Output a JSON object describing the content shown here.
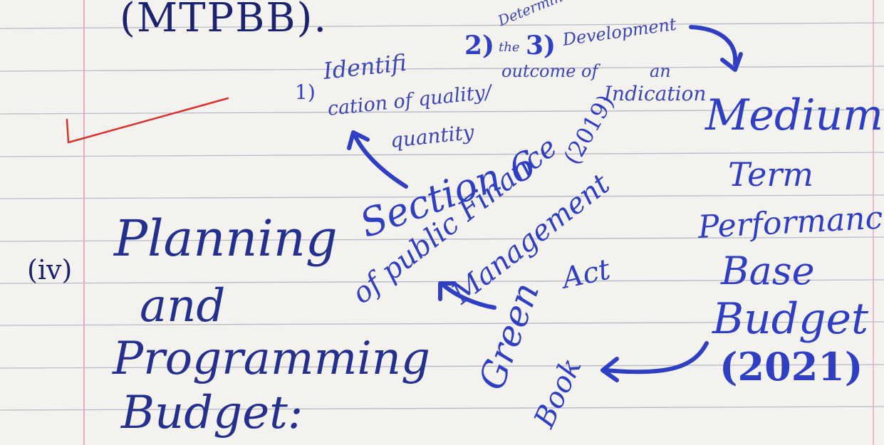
{
  "note": {
    "heading_abbrev": "(MTPBB).",
    "item_number": "(iv)",
    "mind_map": {
      "step1_number": "1)",
      "step1_line1": "Identifi",
      "step1_line2": "cation of quality/",
      "step1_line3": "quantity",
      "step2_number": "2)",
      "step2_line1": "Determine",
      "step2_line2": "the",
      "step2_line3": "outcome of",
      "step3_number": "3)",
      "step3_line1": "Development",
      "step3_line2": "an",
      "step3_line3": "Indication"
    },
    "law": {
      "line1": "Section 6",
      "year": "(2019)",
      "line2": "of public Finance",
      "line3": "Management",
      "line4": "Act"
    },
    "mtpbb": {
      "line1": "Medium",
      "line2": "Term",
      "line3": "Performance",
      "line4": "Base",
      "line5": "Budget",
      "year": "(2021)"
    },
    "green_book": {
      "line1": "Green",
      "line2": "Book"
    },
    "ppb": {
      "line1": "Planning",
      "line2": "and",
      "line3": "Programming",
      "line4": "Budget:"
    }
  },
  "colors": {
    "paper": "#f4f2ef",
    "rule_lines": "#b9b8c6",
    "margin_line": "#e7a9c8",
    "ink_blue": "#2f3fc4",
    "ink_dark": "#1b2370",
    "teacher_red": "#d9302b"
  }
}
